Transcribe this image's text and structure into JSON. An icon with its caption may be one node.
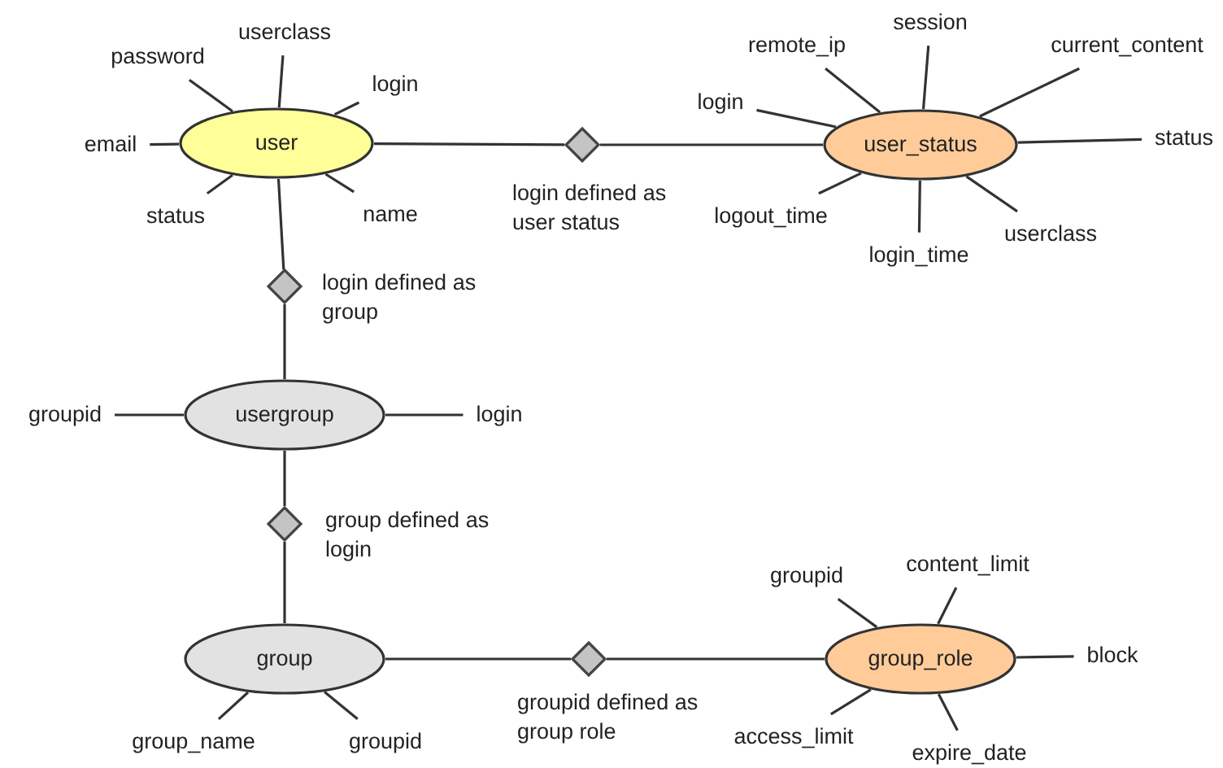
{
  "diagram": {
    "nodes": [
      {
        "text": [
          "user"
        ]
      },
      {
        "text": [
          "password"
        ]
      },
      {
        "text": [
          "userclass"
        ]
      },
      {
        "text": [
          "login"
        ]
      },
      {
        "text": [
          "email"
        ]
      },
      {
        "text": [
          "status"
        ]
      },
      {
        "text": [
          "name"
        ]
      },
      {
        "text": [],
        "shape": "diamond",
        "beside": [
          "login defined as user status"
        ]
      },
      {
        "text": [
          "user_status"
        ]
      },
      {
        "text": [
          "remote_ip"
        ]
      },
      {
        "text": [
          "session"
        ]
      },
      {
        "text": [
          "current_content"
        ]
      },
      {
        "text": [
          "login"
        ]
      },
      {
        "text": [
          "status"
        ]
      },
      {
        "text": [
          "logout_time"
        ]
      },
      {
        "text": [
          "login_time"
        ]
      },
      {
        "text": [
          "userclass"
        ]
      },
      {
        "text": [],
        "shape": "diamond",
        "beside": [
          "login defined as group"
        ]
      },
      {
        "text": [
          "usergroup"
        ]
      },
      {
        "text": [
          "groupid"
        ]
      },
      {
        "text": [
          "login"
        ]
      },
      {
        "text": [],
        "shape": "diamond",
        "beside": [
          "group defined as login"
        ]
      },
      {
        "text": [
          "group"
        ]
      },
      {
        "text": [
          "group_name"
        ]
      },
      {
        "text": [
          "groupid"
        ]
      },
      {
        "text": [],
        "shape": "diamond",
        "beside": [
          "groupid defined as group role"
        ]
      },
      {
        "text": [
          "group_role"
        ]
      },
      {
        "text": [
          "groupid"
        ]
      },
      {
        "text": [
          "content_limit"
        ]
      },
      {
        "text": [
          "block"
        ]
      },
      {
        "text": [
          "access_limit"
        ]
      },
      {
        "text": [
          "expire_date"
        ]
      }
    ],
    "edges": [
      {
        "from": 1,
        "to": 0,
        "arrow": "none"
      },
      {
        "from": 2,
        "to": 0,
        "arrow": "none"
      },
      {
        "from": 3,
        "to": 0,
        "arrow": "none"
      },
      {
        "from": 4,
        "to": 0,
        "arrow": "none"
      },
      {
        "from": 5,
        "to": 0,
        "arrow": "none"
      },
      {
        "from": 6,
        "to": 0,
        "arrow": "none"
      },
      {
        "from": 0,
        "to": 7,
        "arrow": "none"
      },
      {
        "from": 7,
        "to": 8,
        "arrow": "none"
      },
      {
        "from": 9,
        "to": 8,
        "arrow": "none"
      },
      {
        "from": 10,
        "to": 8,
        "arrow": "none"
      },
      {
        "from": 11,
        "to": 8,
        "arrow": "none"
      },
      {
        "from": 12,
        "to": 8,
        "arrow": "none"
      },
      {
        "from": 13,
        "to": 8,
        "arrow": "none"
      },
      {
        "from": 14,
        "to": 8,
        "arrow": "none"
      },
      {
        "from": 15,
        "to": 8,
        "arrow": "none"
      },
      {
        "from": 16,
        "to": 8,
        "arrow": "none"
      },
      {
        "from": 0,
        "to": 17,
        "arrow": "none"
      },
      {
        "from": 17,
        "to": 18,
        "arrow": "none"
      },
      {
        "from": 19,
        "to": 18,
        "arrow": "none"
      },
      {
        "from": 20,
        "to": 18,
        "arrow": "none"
      },
      {
        "from": 18,
        "to": 21,
        "arrow": "none"
      },
      {
        "from": 21,
        "to": 22,
        "arrow": "none"
      },
      {
        "from": 23,
        "to": 22,
        "arrow": "none"
      },
      {
        "from": 24,
        "to": 22,
        "arrow": "none"
      },
      {
        "from": 22,
        "to": 25,
        "arrow": "none"
      },
      {
        "from": 25,
        "to": 26,
        "arrow": "none"
      },
      {
        "from": 27,
        "to": 26,
        "arrow": "none"
      },
      {
        "from": 28,
        "to": 26,
        "arrow": "none"
      },
      {
        "from": 29,
        "to": 26,
        "arrow": "none"
      },
      {
        "from": 30,
        "to": 26,
        "arrow": "none"
      },
      {
        "from": 31,
        "to": 26,
        "arrow": "none"
      }
    ]
  }
}
